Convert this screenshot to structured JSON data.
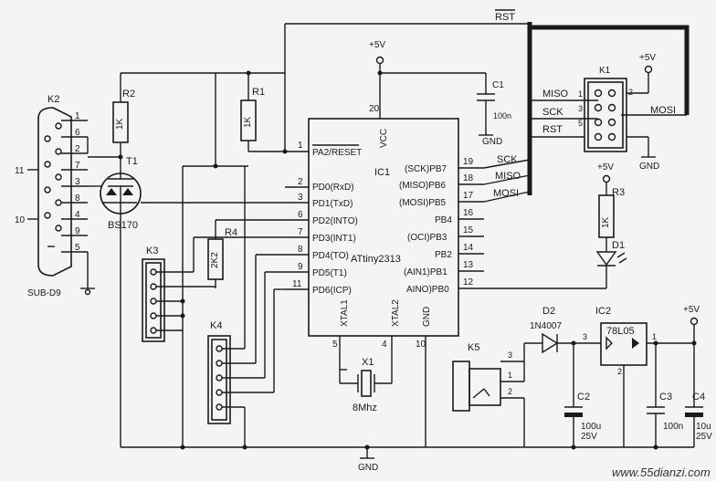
{
  "rst_top": "RST",
  "vcc_labels": [
    "+5V",
    "+5V",
    "+5V",
    "+5V"
  ],
  "gnd_labels": [
    "GND",
    "GND",
    "GND"
  ],
  "ic1": {
    "ref": "IC1",
    "part": "ATtiny2313",
    "left_pins": [
      {
        "num": "1",
        "name": "PA2/RESET"
      },
      {
        "num": "2",
        "name": "PD0(RxD)"
      },
      {
        "num": "3",
        "name": "PD1(TxD)"
      },
      {
        "num": "6",
        "name": "PD2(INTO)"
      },
      {
        "num": "7",
        "name": "PD3(INT1)"
      },
      {
        "num": "8",
        "name": "PD4(TO)"
      },
      {
        "num": "9",
        "name": "PD5(T1)"
      },
      {
        "num": "11",
        "name": "PD6(ICP)"
      }
    ],
    "right_pins": [
      {
        "num": "19",
        "name": "(SCK)PB7"
      },
      {
        "num": "18",
        "name": "(MISO)PB6"
      },
      {
        "num": "17",
        "name": "(MOSI)PB5"
      },
      {
        "num": "16",
        "name": "PB4"
      },
      {
        "num": "15",
        "name": "(OCI)PB3"
      },
      {
        "num": "14",
        "name": "PB2"
      },
      {
        "num": "13",
        "name": "(AIN1)PB1"
      },
      {
        "num": "12",
        "name": "AINO)PB0"
      }
    ],
    "vcc_pin": {
      "num": "20",
      "name": "VCC"
    },
    "xtal1_pin": {
      "num": "5",
      "name": "XTAL1"
    },
    "xtal2_pin": {
      "num": "4",
      "name": "XTAL2"
    },
    "gnd_pin": {
      "num": "10",
      "name": "GND"
    }
  },
  "k2": {
    "ref": "K2",
    "type": "SUB-D9",
    "pins": [
      "1",
      "6",
      "2",
      "7",
      "3",
      "8",
      "4",
      "9",
      "5"
    ],
    "side_labels": [
      "11",
      "10"
    ]
  },
  "r2": {
    "ref": "R2",
    "value": "1K"
  },
  "r1": {
    "ref": "R1",
    "value": "1K"
  },
  "r3": {
    "ref": "R3",
    "value": "1K"
  },
  "r4": {
    "ref": "R4",
    "value": "2K2"
  },
  "t1": {
    "ref": "T1",
    "part": "BS170"
  },
  "c1": {
    "ref": "C1",
    "value": "100n"
  },
  "k1": {
    "ref": "K1",
    "left_labels": [
      "MISO",
      "SCK",
      "RST"
    ],
    "left_pins": [
      "1",
      "3",
      "5"
    ],
    "right_pins": [
      "2"
    ],
    "right_label": "MOSI"
  },
  "isp_nets": [
    "SCK",
    "MISO",
    "MOSI"
  ],
  "d1": {
    "ref": "D1"
  },
  "k3": {
    "ref": "K3"
  },
  "k4": {
    "ref": "K4"
  },
  "x1": {
    "ref": "X1",
    "value": "8Mhz"
  },
  "k5": {
    "ref": "K5",
    "pins": [
      "3",
      "1",
      "2"
    ]
  },
  "d2": {
    "ref": "D2",
    "part": "1N4007"
  },
  "ic2": {
    "ref": "IC2",
    "part": "78L05",
    "pins": [
      "3",
      "1",
      "2"
    ]
  },
  "c2": {
    "ref": "C2",
    "value": "100u",
    "voltage": "25V"
  },
  "c3": {
    "ref": "C3",
    "value": "100n"
  },
  "c4": {
    "ref": "C4",
    "value": "10u",
    "voltage": "25V"
  },
  "watermark": "www.55dianzi.com"
}
